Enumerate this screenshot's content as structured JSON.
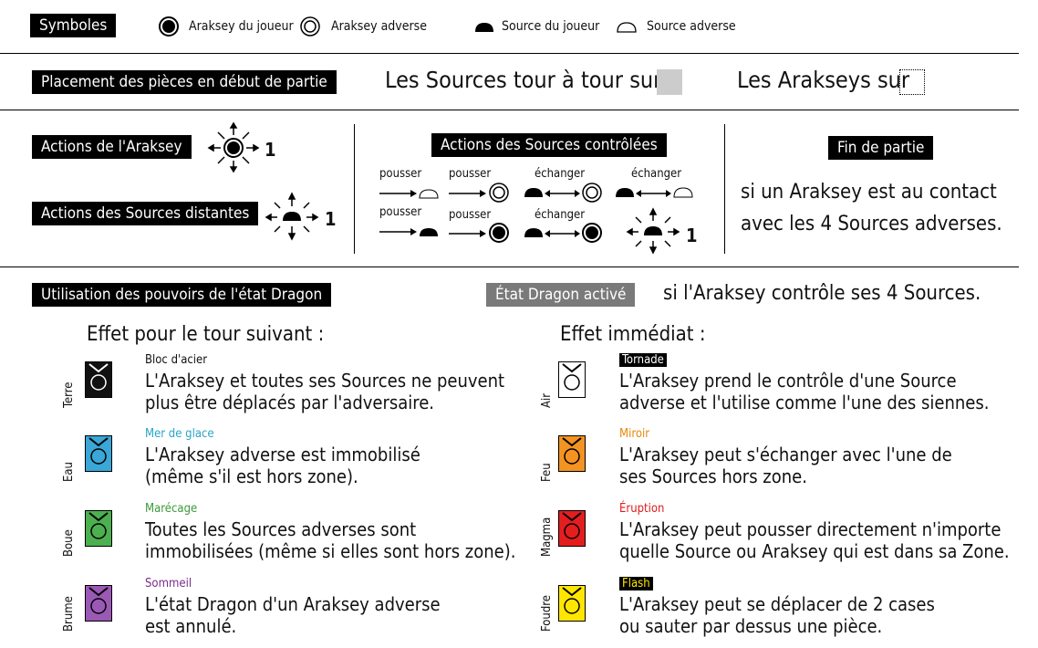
{
  "symbols": {
    "label": "Symboles",
    "player_araksey": "Araksey du joueur",
    "opponent_araksey": "Araksey adverse",
    "player_source": "Source du joueur",
    "opponent_source": "Source adverse"
  },
  "placement": {
    "label": "Placement des pièces en début de partie",
    "sources_text": "Les Sources tour à tour sur",
    "arakseys_text": "Les Arakseys sur"
  },
  "actions": {
    "araksey_label": "Actions de l'Araksey",
    "distant_sources_label": "Actions des Sources distantes",
    "controlled_sources_label": "Actions des Sources contrôlées",
    "move_count": "1",
    "verbs": {
      "push": "pousser",
      "swap": "échanger"
    }
  },
  "end": {
    "label": "Fin de partie",
    "line1": "si un Araksey est au contact",
    "line2": "avec les 4 Sources adverses."
  },
  "dragon": {
    "label": "Utilisation des pouvoirs de l'état Dragon",
    "active_label": "État Dragon activé",
    "active_text": "si l'Araksey contrôle ses 4 Sources.",
    "next_turn_heading": "Effet pour le tour suivant :",
    "immediate_heading": "Effet immédiat :",
    "left_effects": [
      {
        "element": "Terre",
        "title": "Bloc d'acier",
        "title_color": "#111111",
        "tile_color": "#111111",
        "line1": "L'Araksey et toutes ses Sources ne peuvent",
        "line2": "plus être déplacés par l'adversaire."
      },
      {
        "element": "Eau",
        "title": "Mer de glace",
        "title_color": "#2aa5c8",
        "tile_color": "#3aa7d6",
        "line1": "L'Araksey adverse est immobilisé",
        "line2": "(même s'il est hors zone)."
      },
      {
        "element": "Boue",
        "title": "Marécage",
        "title_color": "#3c9a3c",
        "tile_color": "#4caf50",
        "line1": "Toutes les Sources adverses sont",
        "line2": "immobilisées (même si elles sont hors zone)."
      },
      {
        "element": "Brume",
        "title": "Sommeil",
        "title_color": "#7b2a8a",
        "tile_color": "#9b59b6",
        "line1": "L'état Dragon d'un Araksey adverse",
        "line2": "est annulé."
      }
    ],
    "right_effects": [
      {
        "element": "Air",
        "title": "Tornade",
        "title_color": "#ffffff",
        "title_bg": "#000000",
        "tile_color": "#ffffff",
        "line1": "L'Araksey prend le contrôle d'une Source",
        "line2": "adverse et l'utilise comme l'une des siennes."
      },
      {
        "element": "Feu",
        "title": "Miroir",
        "title_color": "#e8890c",
        "title_bg": "",
        "tile_color": "#f39321",
        "line1": "L'Araksey peut s'échanger avec l'une de",
        "line2": "ses Sources hors zone."
      },
      {
        "element": "Magma",
        "title": "Éruption",
        "title_color": "#e01a1a",
        "title_bg": "",
        "tile_color": "#e41e1e",
        "line1": "L'Araksey peut pousser directement n'importe",
        "line2": "quelle Source ou Araksey qui est dans sa Zone."
      },
      {
        "element": "Foudre",
        "title": "Flash",
        "title_color": "#ffe600",
        "title_bg": "#000000",
        "tile_color": "#ffe600",
        "line1": "L'Araksey peut se déplacer de 2 cases",
        "line2": "ou sauter par dessus une pièce."
      }
    ]
  }
}
